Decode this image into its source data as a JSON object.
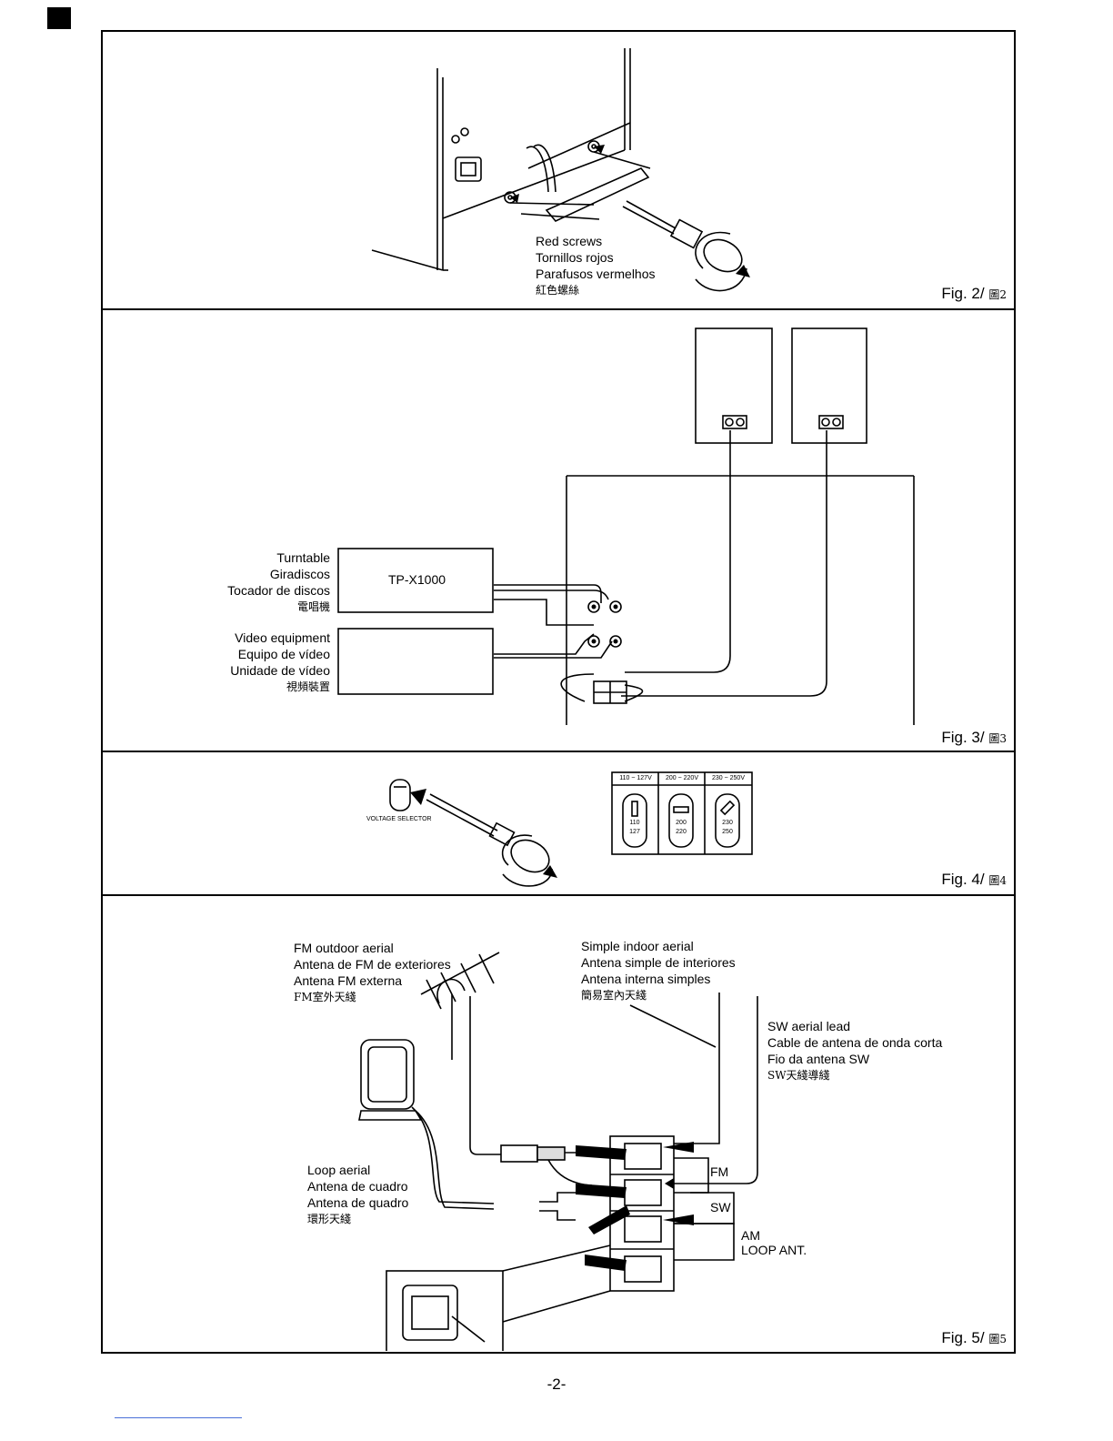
{
  "page_number": "-2-",
  "fig2": {
    "caption": "Fig. 2/",
    "caption_cjk": "圖2",
    "labels": [
      "Red screws",
      "Tornillos rojos",
      "Parafusos vermelhos"
    ],
    "label_cjk": "紅色螺絲"
  },
  "fig3": {
    "caption": "Fig. 3/",
    "caption_cjk": "圖3",
    "turntable_labels": [
      "Turntable",
      "Giradiscos",
      "Tocador de discos"
    ],
    "turntable_cjk": "電唱機",
    "turntable_model": "TP-X1000",
    "video_labels": [
      "Video equipment",
      "Equipo de vídeo",
      "Unidade de vídeo"
    ],
    "video_cjk": "視頻裝置"
  },
  "fig4": {
    "caption": "Fig. 4/",
    "caption_cjk": "圖4",
    "selector_label": "VOLTAGE SELECTOR",
    "ranges": [
      "110 ~ 127V",
      "200 ~ 220V",
      "230 ~ 250V"
    ],
    "dial_values": [
      {
        "top": "110",
        "bottom": "127"
      },
      {
        "top": "200",
        "bottom": "220"
      },
      {
        "top": "230",
        "bottom": "250"
      }
    ]
  },
  "fig5": {
    "caption": "Fig. 5/",
    "caption_cjk": "圖5",
    "fm_outdoor": [
      "FM outdoor aerial",
      "Antena de FM de exteriores",
      "Antena FM externa"
    ],
    "fm_outdoor_cjk": "FM室外天綫",
    "indoor": [
      "Simple indoor aerial",
      "Antena simple de interiores",
      "Antena interna simples"
    ],
    "indoor_cjk": "簡易室內天綫",
    "sw_lead": [
      "SW aerial lead",
      "Cable de antena de onda corta",
      "Fio da antena SW"
    ],
    "sw_lead_cjk": "SW天綫導綫",
    "loop": [
      "Loop aerial",
      "Antena de cuadro",
      "Antena de quadro"
    ],
    "loop_cjk": "環形天綫",
    "terminals": [
      "FM",
      "SW",
      "AM",
      "LOOP ANT."
    ]
  }
}
